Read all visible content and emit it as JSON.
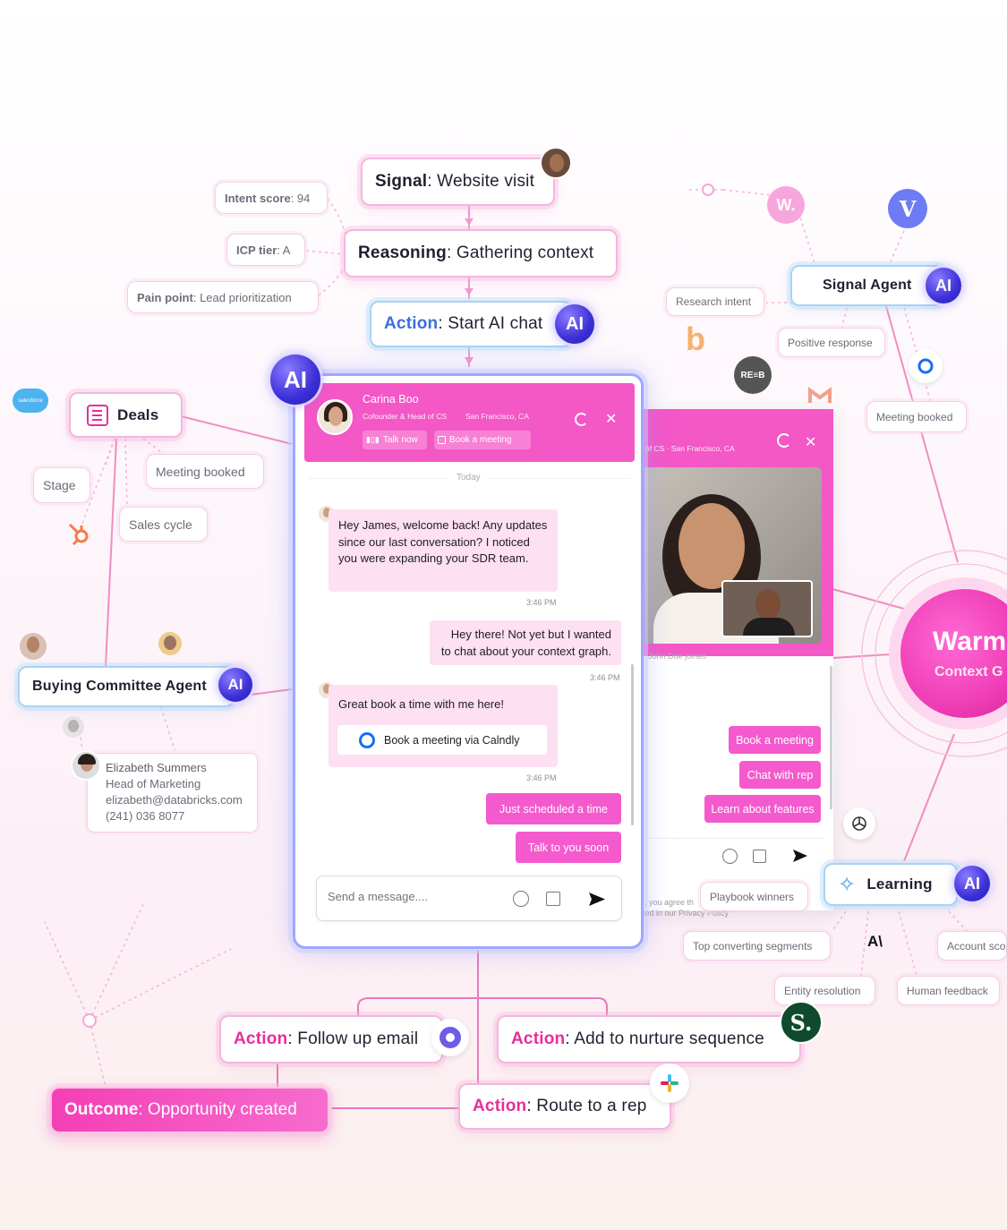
{
  "signal": {
    "label": "Signal",
    "text": ": Website visit"
  },
  "reasoning": {
    "label": "Reasoning",
    "text": ": Gathering context"
  },
  "action_chat": {
    "label": "Action",
    "text": ": Start AI chat"
  },
  "ai_badge": "AI",
  "context_left": [
    {
      "label": "Intent score",
      "value": ": 94"
    },
    {
      "label": "ICP tier",
      "value": ": A"
    },
    {
      "label": "Pain point",
      "value": ": Lead prioritization"
    }
  ],
  "deals": {
    "title": "Deals",
    "items": [
      "Stage",
      "Meeting booked",
      "Sales cycle"
    ],
    "salesforce_text": "salesforce"
  },
  "buying_agent": {
    "title": "Buying Committee Agent",
    "contact": {
      "name": "Elizabeth Summers",
      "role": "Head of Marketing",
      "email": "elizabeth@databricks.com",
      "phone": "(241) 036 8077"
    }
  },
  "signal_agent": {
    "title": "Signal Agent",
    "items": [
      "Research intent",
      "Positive response",
      "Meeting booked"
    ],
    "logos": {
      "w": "W.",
      "v": "V",
      "b": "b",
      "reb": "RE≡B"
    }
  },
  "learning": {
    "title": "Learning",
    "items": [
      "Playbook winners",
      "Top converting segments",
      "Entity resolution",
      "Human feedback",
      "Account sco"
    ],
    "anthropic": "A\\"
  },
  "warm": {
    "title": "Warm",
    "subtitle": "Context G"
  },
  "chat": {
    "name": "Carina Boo",
    "subtitle": "Cofounder & Head of CS",
    "location": "San Francisco, CA",
    "talk_now": "Talk now",
    "book_meeting": "Book a meeting",
    "today": "Today",
    "msg1": "Hey James, welcome back! Any updates since our last conversation? I noticed you were expanding your SDR team.",
    "time1": "3:46 PM",
    "msg2": "Hey there! Not yet but I wanted to chat about your context graph.",
    "time2": "3:46 PM",
    "msg3": "Great book a time with me here!",
    "calendly": "Book a meeting via Calndly",
    "time3": "3:46 PM",
    "reply1": "Just scheduled a time",
    "reply2": "Talk to you soon",
    "placeholder": "Send a message...."
  },
  "video_chat": {
    "subtitle": "of CS  ·  San Francisco, CA",
    "joined": "John Doe joined",
    "buttons": [
      "Book a meeting",
      "Chat with rep",
      "Learn about features"
    ],
    "privacy1": ", you agree th",
    "privacy2": "sed in our Privacy Policy"
  },
  "actions": {
    "follow_up": {
      "label": "Action",
      "text": ": Follow up email"
    },
    "nurture": {
      "label": "Action",
      "text": ": Add to nurture sequence"
    },
    "route": {
      "label": "Action",
      "text": ": Route to a rep"
    }
  },
  "outcome": {
    "label": "Outcome",
    "text": ": Opportunity created"
  },
  "sequence_logo": "S.",
  "colors": {
    "pink": "#f457c6",
    "magenta": "#e62e9b",
    "blue": "#3d6ee0",
    "ai": "#3b2fd6"
  }
}
